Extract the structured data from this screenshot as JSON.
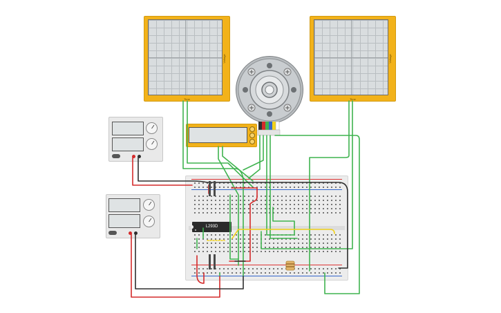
{
  "scope_left": {
    "time_label": "Time",
    "voltage_label": "Voltage"
  },
  "scope_right": {
    "time_label": "Time",
    "voltage_label": "Voltage"
  },
  "ic": {
    "label": "L293D"
  },
  "colors": {
    "scope_body": "#f2b21a",
    "wire_green": "#3fb34f",
    "wire_red": "#d42a2a",
    "wire_black": "#2f2f2f",
    "wire_yellow": "#f2d21a"
  },
  "icons": [
    "oscilloscope-icon",
    "dc-motor-encoder-icon",
    "power-supply-icon",
    "multimeter-icon",
    "breadboard-icon",
    "resistor-icon",
    "capacitor-icon"
  ]
}
